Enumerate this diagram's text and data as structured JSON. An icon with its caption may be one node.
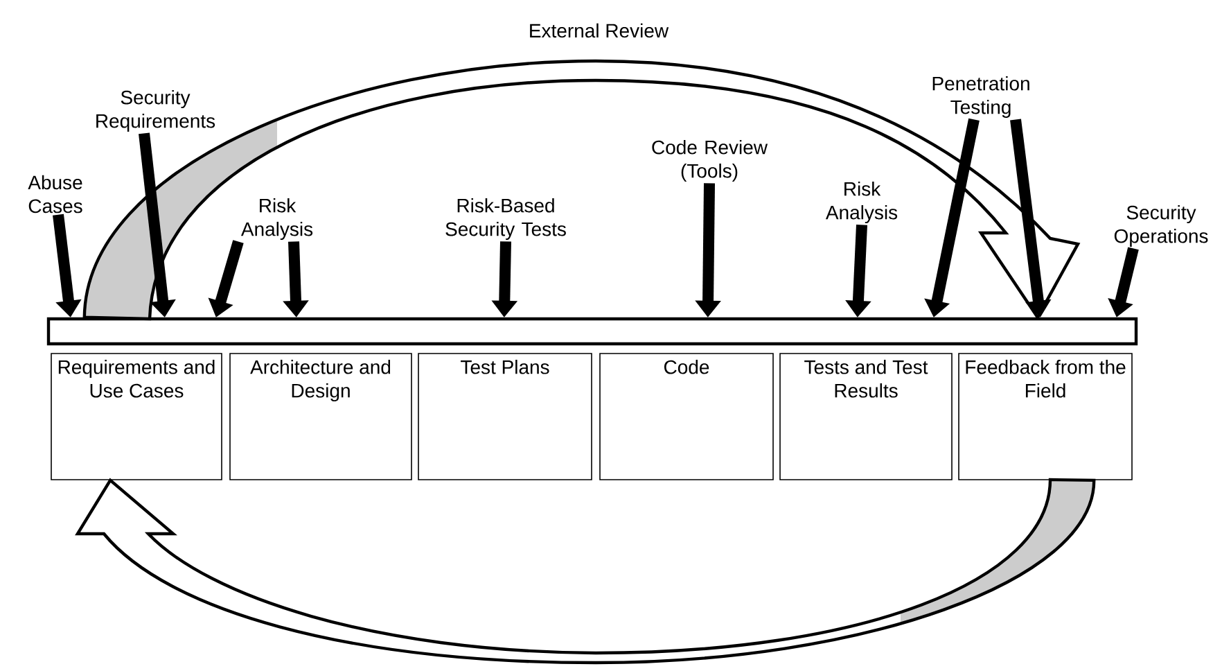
{
  "diagram": {
    "nodes": [
      {
        "text": [],
        "shape": "bar"
      },
      {
        "text": [
          "Abuse Cases"
        ]
      },
      {
        "text": [
          "Security Requirements"
        ]
      },
      {
        "text": [
          "Risk Analysis"
        ]
      },
      {
        "text": [
          "Risk-Based Security Tests"
        ]
      },
      {
        "text": [
          "Code Review (Tools)"
        ]
      },
      {
        "text": [
          "Risk Analysis"
        ]
      },
      {
        "text": [
          "Penetration Testing"
        ]
      },
      {
        "text": [
          "Security Operations"
        ]
      },
      {
        "text": [
          "Requirements and Use Cases"
        ]
      },
      {
        "text": [
          "Architecture and Design"
        ]
      },
      {
        "text": [
          "Test Plans"
        ]
      },
      {
        "text": [
          "Code"
        ]
      },
      {
        "text": [
          "Tests and Test Results"
        ]
      },
      {
        "text": [
          "Feedback from the Field"
        ]
      }
    ],
    "edges": [
      {
        "from": 1,
        "to": 0,
        "arrow": "to"
      },
      {
        "from": 2,
        "to": 0,
        "arrow": "to"
      },
      {
        "from": 3,
        "to": 0,
        "arrow": "to"
      },
      {
        "from": 3,
        "to": 0,
        "arrow": "to"
      },
      {
        "from": 4,
        "to": 0,
        "arrow": "to"
      },
      {
        "from": 5,
        "to": 0,
        "arrow": "to"
      },
      {
        "from": 6,
        "to": 0,
        "arrow": "to"
      },
      {
        "from": 7,
        "to": 0,
        "arrow": "to"
      },
      {
        "from": 7,
        "to": 0,
        "arrow": "to"
      },
      {
        "from": 8,
        "to": 0,
        "arrow": "to"
      },
      {
        "from": 0,
        "to": 0,
        "arrow": "to"
      },
      {
        "from": 14,
        "to": 9,
        "arrow": "to"
      }
    ],
    "labels": [
      "External Review"
    ]
  }
}
